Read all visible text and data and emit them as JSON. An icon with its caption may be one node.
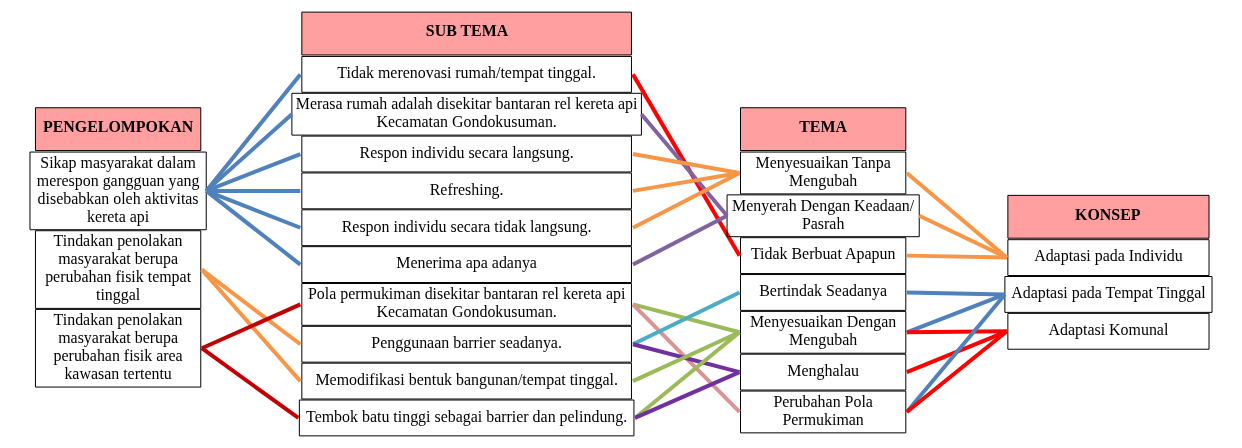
{
  "diagram": {
    "nodes": [
      {
        "text": [
          "PENGELOMPOKAN"
        ]
      },
      {
        "text": [
          "SUB TEMA"
        ]
      },
      {
        "text": [
          "TEMA"
        ]
      },
      {
        "text": [
          "KONSEP"
        ]
      },
      {
        "text": [
          "Sikap masyarakat dalam merespon gangguan yang disebabkan oleh aktivitas kereta api"
        ]
      },
      {
        "text": [
          "Tindakan penolakan masyarakat berupa perubahan fisik tempat tinggal"
        ]
      },
      {
        "text": [
          "Tindakan penolakan masyarakat berupa perubahan fisik area kawasan tertentu"
        ]
      },
      {
        "text": [
          "Tidak merenovasi rumah/tempat tinggal."
        ]
      },
      {
        "text": [
          "Merasa rumah adalah disekitar bantaran rel kereta api Kecamatan Gondokusuman."
        ]
      },
      {
        "text": [
          "Respon individu secara langsung."
        ]
      },
      {
        "text": [
          "Refreshing."
        ]
      },
      {
        "text": [
          "Respon individu secara tidak langsung."
        ]
      },
      {
        "text": [
          "Menerima apa adanya"
        ]
      },
      {
        "text": [
          "Pola permukiman disekitar bantaran rel kereta api Kecamatan Gondokusuman."
        ]
      },
      {
        "text": [
          "Penggunaan barrier seadanya."
        ]
      },
      {
        "text": [
          "Memodifikasi bentuk bangunan/tempat tinggal."
        ]
      },
      {
        "text": [
          "Tembok batu tinggi sebagai barrier dan pelindung."
        ]
      },
      {
        "text": [
          "Menyesuaikan Tanpa Mengubah"
        ]
      },
      {
        "text": [
          "Menyerah Dengan Keadaan/ Pasrah"
        ]
      },
      {
        "text": [
          "Tidak Berbuat Apapun"
        ]
      },
      {
        "text": [
          "Bertindak Seadanya"
        ]
      },
      {
        "text": [
          "Menyesuaikan Dengan Mengubah"
        ]
      },
      {
        "text": [
          "Menghalau"
        ]
      },
      {
        "text": [
          "Perubahan Pola Permukiman"
        ]
      },
      {
        "text": [
          "Adaptasi pada Individu"
        ]
      },
      {
        "text": [
          "Adaptasi pada Tempat Tinggal"
        ]
      },
      {
        "text": [
          "Adaptasi Komunal"
        ]
      }
    ],
    "edges": [
      {
        "from": 4,
        "to": 7,
        "arrow": "none",
        "color": "#4f81bd"
      },
      {
        "from": 4,
        "to": 8,
        "arrow": "none",
        "color": "#4f81bd"
      },
      {
        "from": 4,
        "to": 9,
        "arrow": "none",
        "color": "#4f81bd"
      },
      {
        "from": 4,
        "to": 10,
        "arrow": "none",
        "color": "#4f81bd"
      },
      {
        "from": 4,
        "to": 11,
        "arrow": "none",
        "color": "#4f81bd"
      },
      {
        "from": 4,
        "to": 12,
        "arrow": "none",
        "color": "#4f81bd"
      },
      {
        "from": 5,
        "to": 14,
        "arrow": "none",
        "color": "#f79646"
      },
      {
        "from": 5,
        "to": 15,
        "arrow": "none",
        "color": "#f79646"
      },
      {
        "from": 6,
        "to": 13,
        "arrow": "none",
        "color": "#c00000"
      },
      {
        "from": 6,
        "to": 16,
        "arrow": "none",
        "color": "#c00000"
      },
      {
        "from": 7,
        "to": 19,
        "arrow": "none",
        "color": "#ff0000"
      },
      {
        "from": 8,
        "to": 18,
        "arrow": "none",
        "color": "#8064a2"
      },
      {
        "from": 9,
        "to": 17,
        "arrow": "none",
        "color": "#f79646"
      },
      {
        "from": 10,
        "to": 17,
        "arrow": "none",
        "color": "#f79646"
      },
      {
        "from": 11,
        "to": 17,
        "arrow": "none",
        "color": "#f79646"
      },
      {
        "from": 12,
        "to": 18,
        "arrow": "none",
        "color": "#8064a2"
      },
      {
        "from": 13,
        "to": 21,
        "arrow": "none",
        "color": "#9bbb59"
      },
      {
        "from": 13,
        "to": 23,
        "arrow": "none",
        "color": "#d99594"
      },
      {
        "from": 14,
        "to": 20,
        "arrow": "none",
        "color": "#4bacc6"
      },
      {
        "from": 14,
        "to": 22,
        "arrow": "none",
        "color": "#7030a0"
      },
      {
        "from": 15,
        "to": 21,
        "arrow": "none",
        "color": "#9bbb59"
      },
      {
        "from": 16,
        "to": 21,
        "arrow": "none",
        "color": "#9bbb59"
      },
      {
        "from": 16,
        "to": 22,
        "arrow": "none",
        "color": "#7030a0"
      },
      {
        "from": 17,
        "to": 24,
        "arrow": "none",
        "color": "#f79646"
      },
      {
        "from": 18,
        "to": 24,
        "arrow": "none",
        "color": "#f79646"
      },
      {
        "from": 19,
        "to": 24,
        "arrow": "none",
        "color": "#f79646"
      },
      {
        "from": 20,
        "to": 25,
        "arrow": "none",
        "color": "#4f81bd"
      },
      {
        "from": 21,
        "to": 25,
        "arrow": "none",
        "color": "#4f81bd"
      },
      {
        "from": 23,
        "to": 25,
        "arrow": "none",
        "color": "#4f81bd"
      },
      {
        "from": 21,
        "to": 26,
        "arrow": "none",
        "color": "#ff0000"
      },
      {
        "from": 22,
        "to": 26,
        "arrow": "none",
        "color": "#ff0000"
      },
      {
        "from": 23,
        "to": 26,
        "arrow": "none",
        "color": "#ff0000"
      }
    ]
  }
}
